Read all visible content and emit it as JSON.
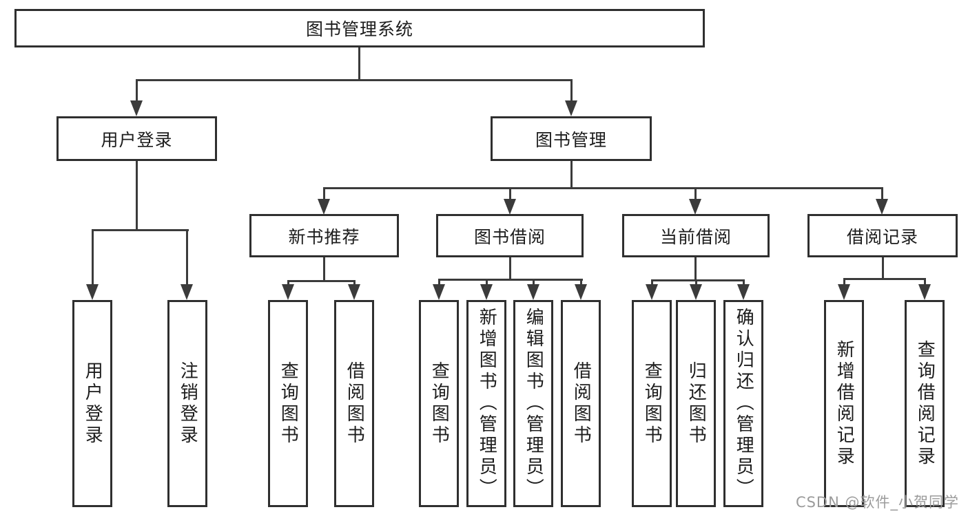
{
  "diagram": {
    "title": "图书管理系统",
    "colors": {
      "line": "#3b3b3b",
      "border": "#2f2f2f",
      "text": "#1c1c1c",
      "watermark": "#9b9b9b"
    },
    "root": {
      "label": "图书管理系统"
    },
    "nodes": {
      "user_login": {
        "label": "用户登录",
        "children": [
          "用户登录",
          "注销登录"
        ]
      },
      "book_management": {
        "label": "图书管理"
      },
      "new_book_recommend": {
        "label": "新书推荐",
        "children": [
          "查询图书",
          "借阅图书"
        ]
      },
      "book_borrowing": {
        "label": "图书借阅",
        "children": [
          "查询图书",
          "新增图书（管理员）",
          "编辑图书（管理员）",
          "借阅图书"
        ]
      },
      "current_borrowing": {
        "label": "当前借阅",
        "children": [
          "查询图书",
          "归还图书",
          "确认归还（管理员）"
        ]
      },
      "borrowing_records": {
        "label": "借阅记录",
        "children": [
          "新增借阅记录",
          "查询借阅记录"
        ]
      }
    }
  },
  "watermark": {
    "text": "CSDN @软件_小贺同学"
  }
}
